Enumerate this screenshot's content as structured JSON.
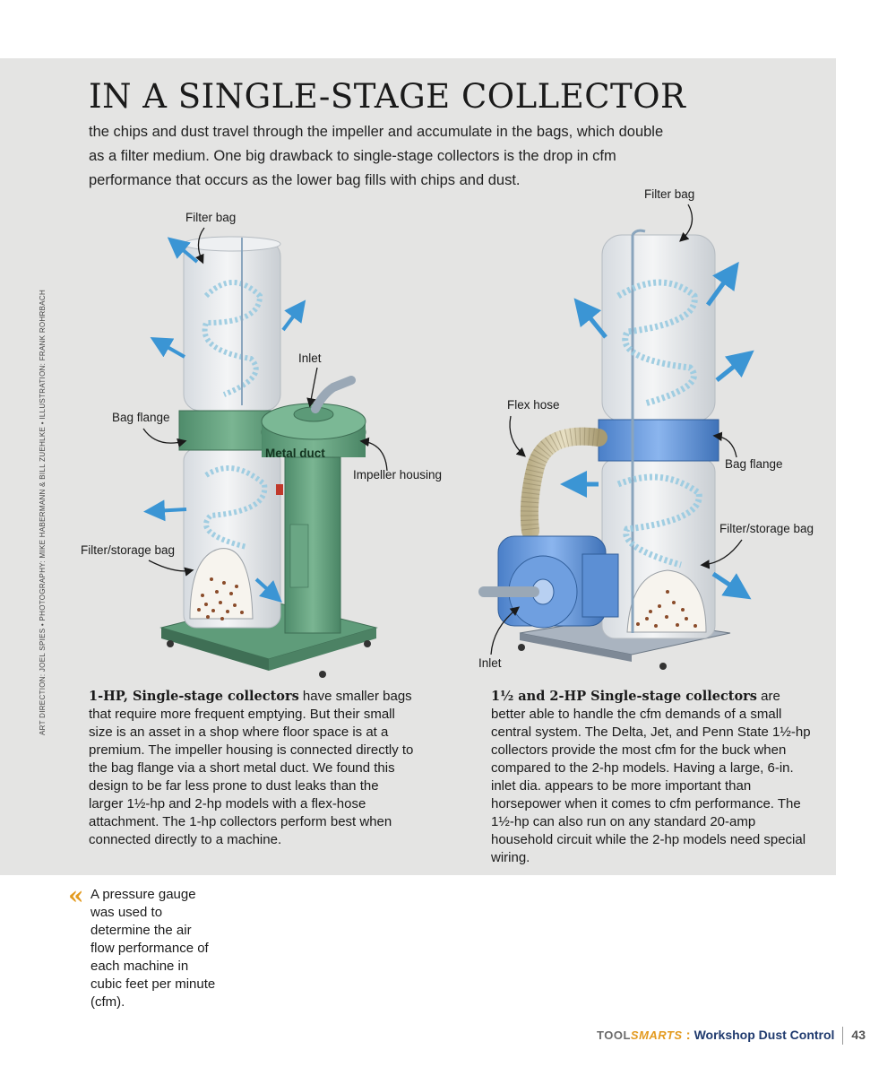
{
  "headline": "IN A SINGLE-STAGE COLLECTOR",
  "intro": "the chips and dust travel through the impeller and accumulate in the bags, which double as a filter medium. One big drawback to single-stage collectors is the drop in cfm performance that occurs as the lower bag fills with chips and dust.",
  "credit": "ART DIRECTION: JOEL SPIES • PHOTOGRAPHY: MIKE HABERMANN & BILL ZUEHLKE • ILLUSTRATION: FRANK ROHRBACH",
  "left_labels": {
    "filter_bag": "Filter bag",
    "inlet": "Inlet",
    "bag_flange": "Bag flange",
    "metal_duct": "Metal duct",
    "impeller_housing": "Impeller housing",
    "filter_storage_bag": "Filter/storage bag"
  },
  "right_labels": {
    "filter_bag": "Filter bag",
    "flex_hose": "Flex hose",
    "bag_flange": "Bag flange",
    "filter_storage_bag": "Filter/storage bag",
    "inlet": "Inlet"
  },
  "col1": {
    "lead": "1-HP, Single-stage collectors",
    "body": " have smaller bags that require more frequent emptying. But their small size is an asset in a shop where floor space is at a premium. The impeller housing is connected directly to the bag flange via a short metal duct. We found this design to be far less prone to dust leaks than the larger 1½-hp and 2-hp models with a flex-hose attachment. The 1-hp collectors perform best when connected directly to a machine."
  },
  "col2": {
    "lead": "1½ and 2-HP Single-stage collectors",
    "body": " are better able to handle the cfm demands of a small central system. The Delta, Jet, and Penn State 1½-hp collectors provide the most cfm for the buck when compared to the 2-hp models. Having a large, 6-in. inlet dia. appears to be more important than horsepower when it comes to cfm performance. The 1½-hp can also run on any standard 20-amp household circuit while the 2-hp models need special wiring."
  },
  "pullquote": {
    "mark": "«",
    "text": "A pressure gauge was used to determine the air flow performance of each machine in cubic feet per minute (cfm)."
  },
  "footer": {
    "brand_tool": "TOOL",
    "brand_smarts": "SMARTS",
    "colon": ":",
    "section": "Workshop Dust Control",
    "page": "43"
  },
  "colors": {
    "panel": "#e4e4e3",
    "green_housing": "#5c9a78",
    "blue_housing": "#5b8fd6",
    "arrow_blue": "#3b95d4",
    "accent_orange": "#e39a1f"
  }
}
